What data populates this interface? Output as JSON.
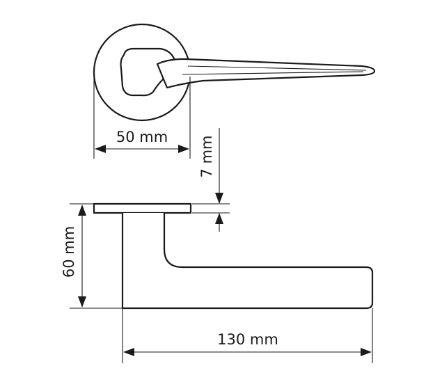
{
  "dimensions": {
    "rosette_diameter": "50 mm",
    "rosette_thickness": "7 mm",
    "handle_height": "60 mm",
    "handle_length": "130 mm"
  },
  "colors": {
    "line": "#1a1a1a",
    "background": "#ffffff"
  }
}
